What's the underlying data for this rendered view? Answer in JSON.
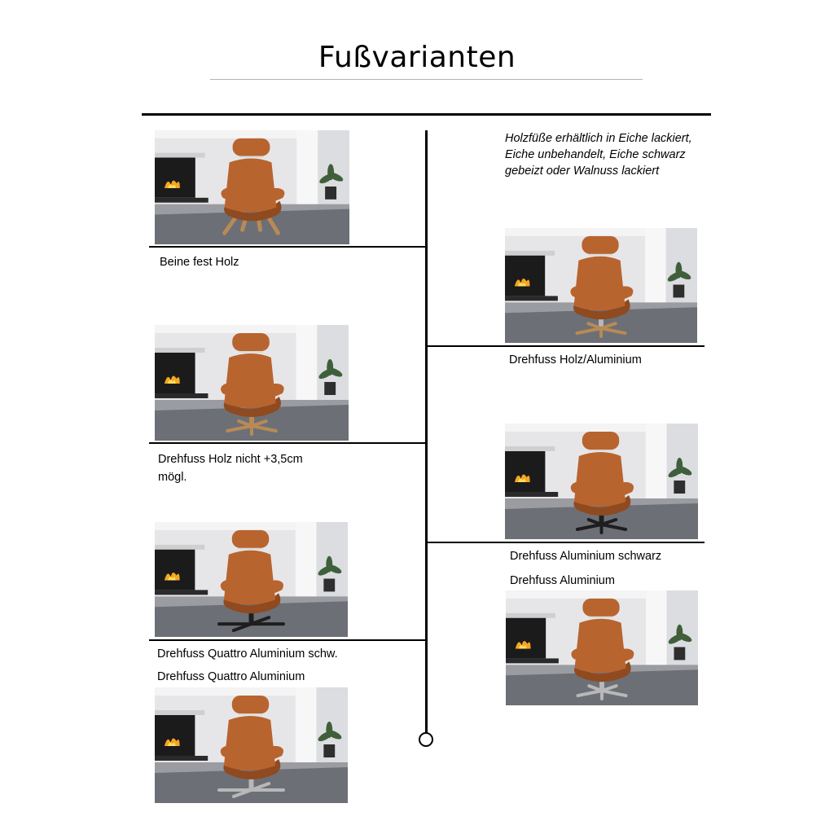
{
  "page": {
    "title": "Fußvarianten",
    "wood_note": "Holzfüße erhältlich in Eiche lackiert, Eiche unbehandelt, Eiche schwarz gebeizt oder Walnuss lackiert"
  },
  "variants": [
    {
      "label": "Beine fest Holz",
      "base": "wood-legs"
    },
    {
      "label": "Drehfuss Holz/Aluminium",
      "base": "wood-aluminium-swivel"
    },
    {
      "label": "Drehfuss Holz nicht +3,5cm möGL.",
      "base": "wood-swivel"
    },
    {
      "label": "Drehfuss Aluminium schwarz",
      "base": "black-aluminium-swivel"
    },
    {
      "label": "Drehfuss Aluminium",
      "base": "aluminium-swivel"
    },
    {
      "label": "Drehfuss Quattro Aluminium schw.",
      "base": "black-quattro-swivel"
    },
    {
      "label": "Drehfuss Quattro Aluminium",
      "base": "quattro-swivel"
    }
  ],
  "colors": {
    "leather": "#b8642f",
    "leather_shade": "#8f4a20",
    "wood": "#b98a55",
    "aluminium": "#b8b8b8",
    "black_metal": "#1e1e1e",
    "rug": "#6d6f76",
    "fireplace": "#1b1b1b",
    "wall": "#e6e6e8"
  }
}
